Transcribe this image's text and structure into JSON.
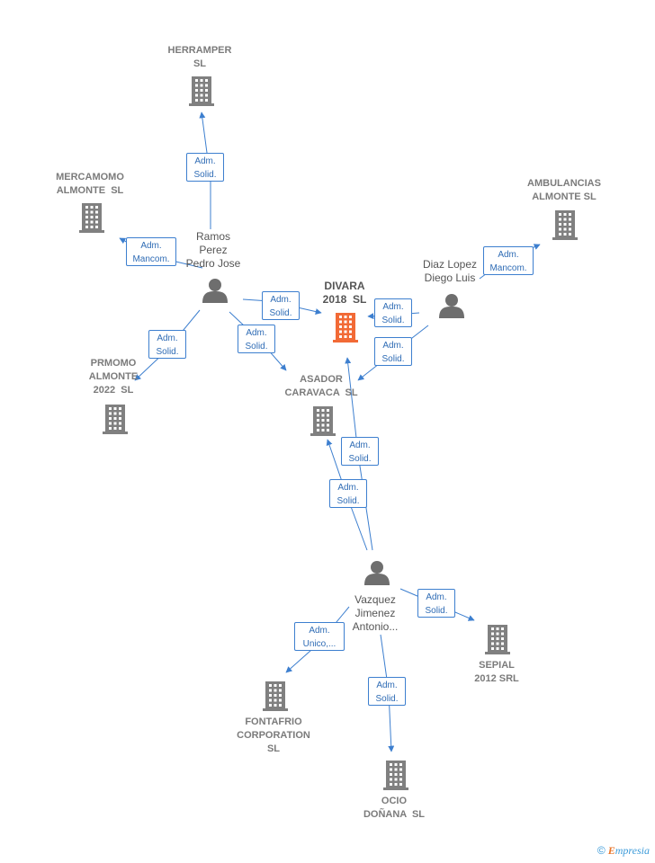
{
  "colors": {
    "edge": "#3d7fcf",
    "building": "#808080",
    "building_main": "#f26a36",
    "person": "#6e6e6e"
  },
  "companies": {
    "herramper": "HERRAMPER\nSL",
    "mercamomo": "MERCAMOMO\nALMONTE  SL",
    "ambulancias": "AMBULANCIAS\nALMONTE SL",
    "divara": "DIVARA\n2018  SL",
    "prmomo": "PRMOMO\nALMONTE\n2022  SL",
    "asador": "ASADOR\nCARAVACA  SL",
    "sepial": "SEPIAL\n2012 SRL",
    "fontafrio": "FONTAFRIO\nCORPORATION\nSL",
    "ocio": "OCIO\nDOÑANA  SL"
  },
  "persons": {
    "ramos": "Ramos\nPerez\nPedro Jose",
    "diaz": "Diaz Lopez\nDiego Luis",
    "vazquez": "Vazquez\nJimenez\nAntonio..."
  },
  "relations": {
    "r1": "Adm.\nSolid.",
    "r2": "Adm.\nMancom.",
    "r3": "Adm.\nSolid.",
    "r4": "Adm.\nSolid.",
    "r5": "Adm.\nSolid.",
    "r6": "Adm.\nMancom.",
    "r7": "Adm.\nSolid.",
    "r8": "Adm.\nSolid.",
    "r9": "Adm.\nSolid.",
    "r10": "Adm.\nSolid.",
    "r11": "Adm.\nSolid.",
    "r12": "Adm.\nUnico,...",
    "r13": "Adm.\nSolid."
  },
  "footer": {
    "copyright": "©",
    "brand_e": "E",
    "brand_rest": "mpresia"
  }
}
